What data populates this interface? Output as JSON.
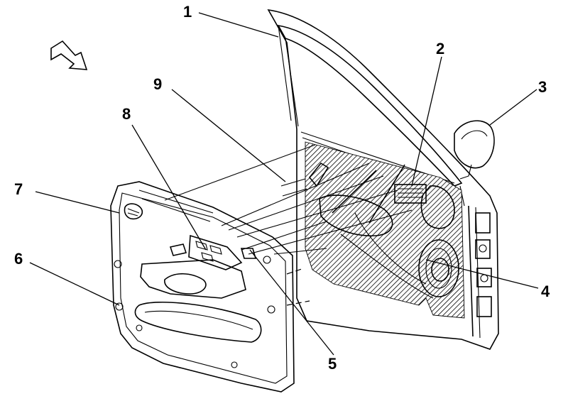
{
  "diagram": {
    "callouts": [
      {
        "id": "1",
        "label": "1"
      },
      {
        "id": "2",
        "label": "2"
      },
      {
        "id": "3",
        "label": "3"
      },
      {
        "id": "4",
        "label": "4"
      },
      {
        "id": "5",
        "label": "5"
      },
      {
        "id": "6",
        "label": "6"
      },
      {
        "id": "7",
        "label": "7"
      },
      {
        "id": "8",
        "label": "8"
      },
      {
        "id": "9",
        "label": "9"
      }
    ],
    "icons": {
      "direction_arrow": "forward-arrow-icon"
    }
  }
}
